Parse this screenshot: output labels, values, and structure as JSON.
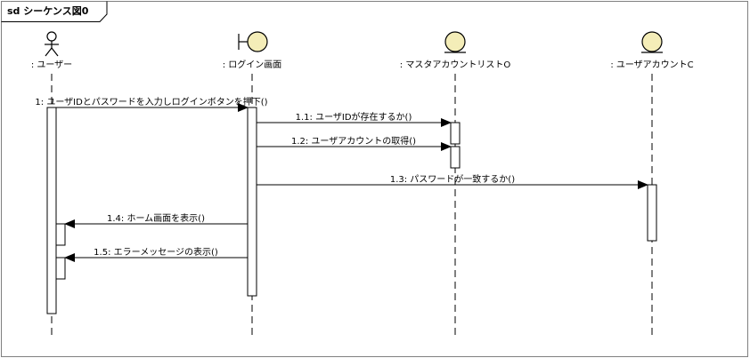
{
  "frame": {
    "title": "sd シーケンス図0"
  },
  "participants": [
    {
      "id": "p1",
      "kind": "actor",
      "label": ": ユーザー"
    },
    {
      "id": "p2",
      "kind": "boundary",
      "label": ": ログイン画面"
    },
    {
      "id": "p3",
      "kind": "entity",
      "label": ": マスタアカウントリストO"
    },
    {
      "id": "p4",
      "kind": "entity",
      "label": ": ユーザアカウントC"
    }
  ],
  "messages": [
    {
      "from": "p1",
      "to": "p2",
      "label": "1: ユーザIDとパスワードを入力しログインボタンを押下()"
    },
    {
      "from": "p2",
      "to": "p3",
      "label": "1.1: ユーザIDが存在するか()"
    },
    {
      "from": "p2",
      "to": "p3",
      "label": "1.2: ユーザアカウントの取得()"
    },
    {
      "from": "p2",
      "to": "p4",
      "label": "1.3: パスワードが一致するか()"
    },
    {
      "from": "p2",
      "to": "p1",
      "label": "1.4: ホーム画面を表示()"
    },
    {
      "from": "p2",
      "to": "p1",
      "label": "1.5: エラーメッセージの表示()"
    }
  ],
  "colors": {
    "frame_stroke": "#7f7f7f",
    "participant_fill": "#f4edb8",
    "line": "#000000",
    "activation_fill": "#ffffff"
  }
}
